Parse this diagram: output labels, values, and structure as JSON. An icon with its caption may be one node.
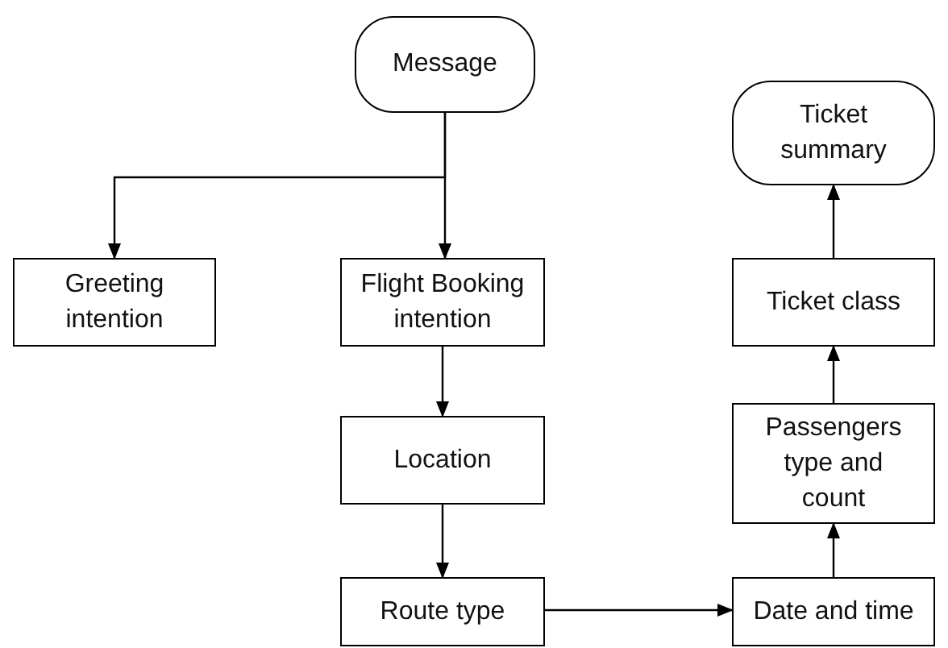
{
  "diagram": {
    "nodes": [
      {
        "text": [
          "Message"
        ]
      },
      {
        "text": [
          "Greeting intention"
        ]
      },
      {
        "text": [
          "Flight Booking intention"
        ]
      },
      {
        "text": [
          "Location"
        ]
      },
      {
        "text": [
          "Route type"
        ]
      },
      {
        "text": [
          "Date and time"
        ]
      },
      {
        "text": [
          "Passengers type and count"
        ]
      },
      {
        "text": [
          "Ticket class"
        ]
      },
      {
        "text": [
          "Ticket summary"
        ]
      }
    ],
    "edges": [
      {
        "from": 0,
        "to": 1,
        "arrow": "to"
      },
      {
        "from": 0,
        "to": 2,
        "arrow": "to"
      },
      {
        "from": 2,
        "to": 3,
        "arrow": "to"
      },
      {
        "from": 3,
        "to": 4,
        "arrow": "to"
      },
      {
        "from": 4,
        "to": 5,
        "arrow": "to"
      },
      {
        "from": 5,
        "to": 6,
        "arrow": "to"
      },
      {
        "from": 6,
        "to": 7,
        "arrow": "to"
      },
      {
        "from": 7,
        "to": 8,
        "arrow": "to"
      }
    ]
  }
}
